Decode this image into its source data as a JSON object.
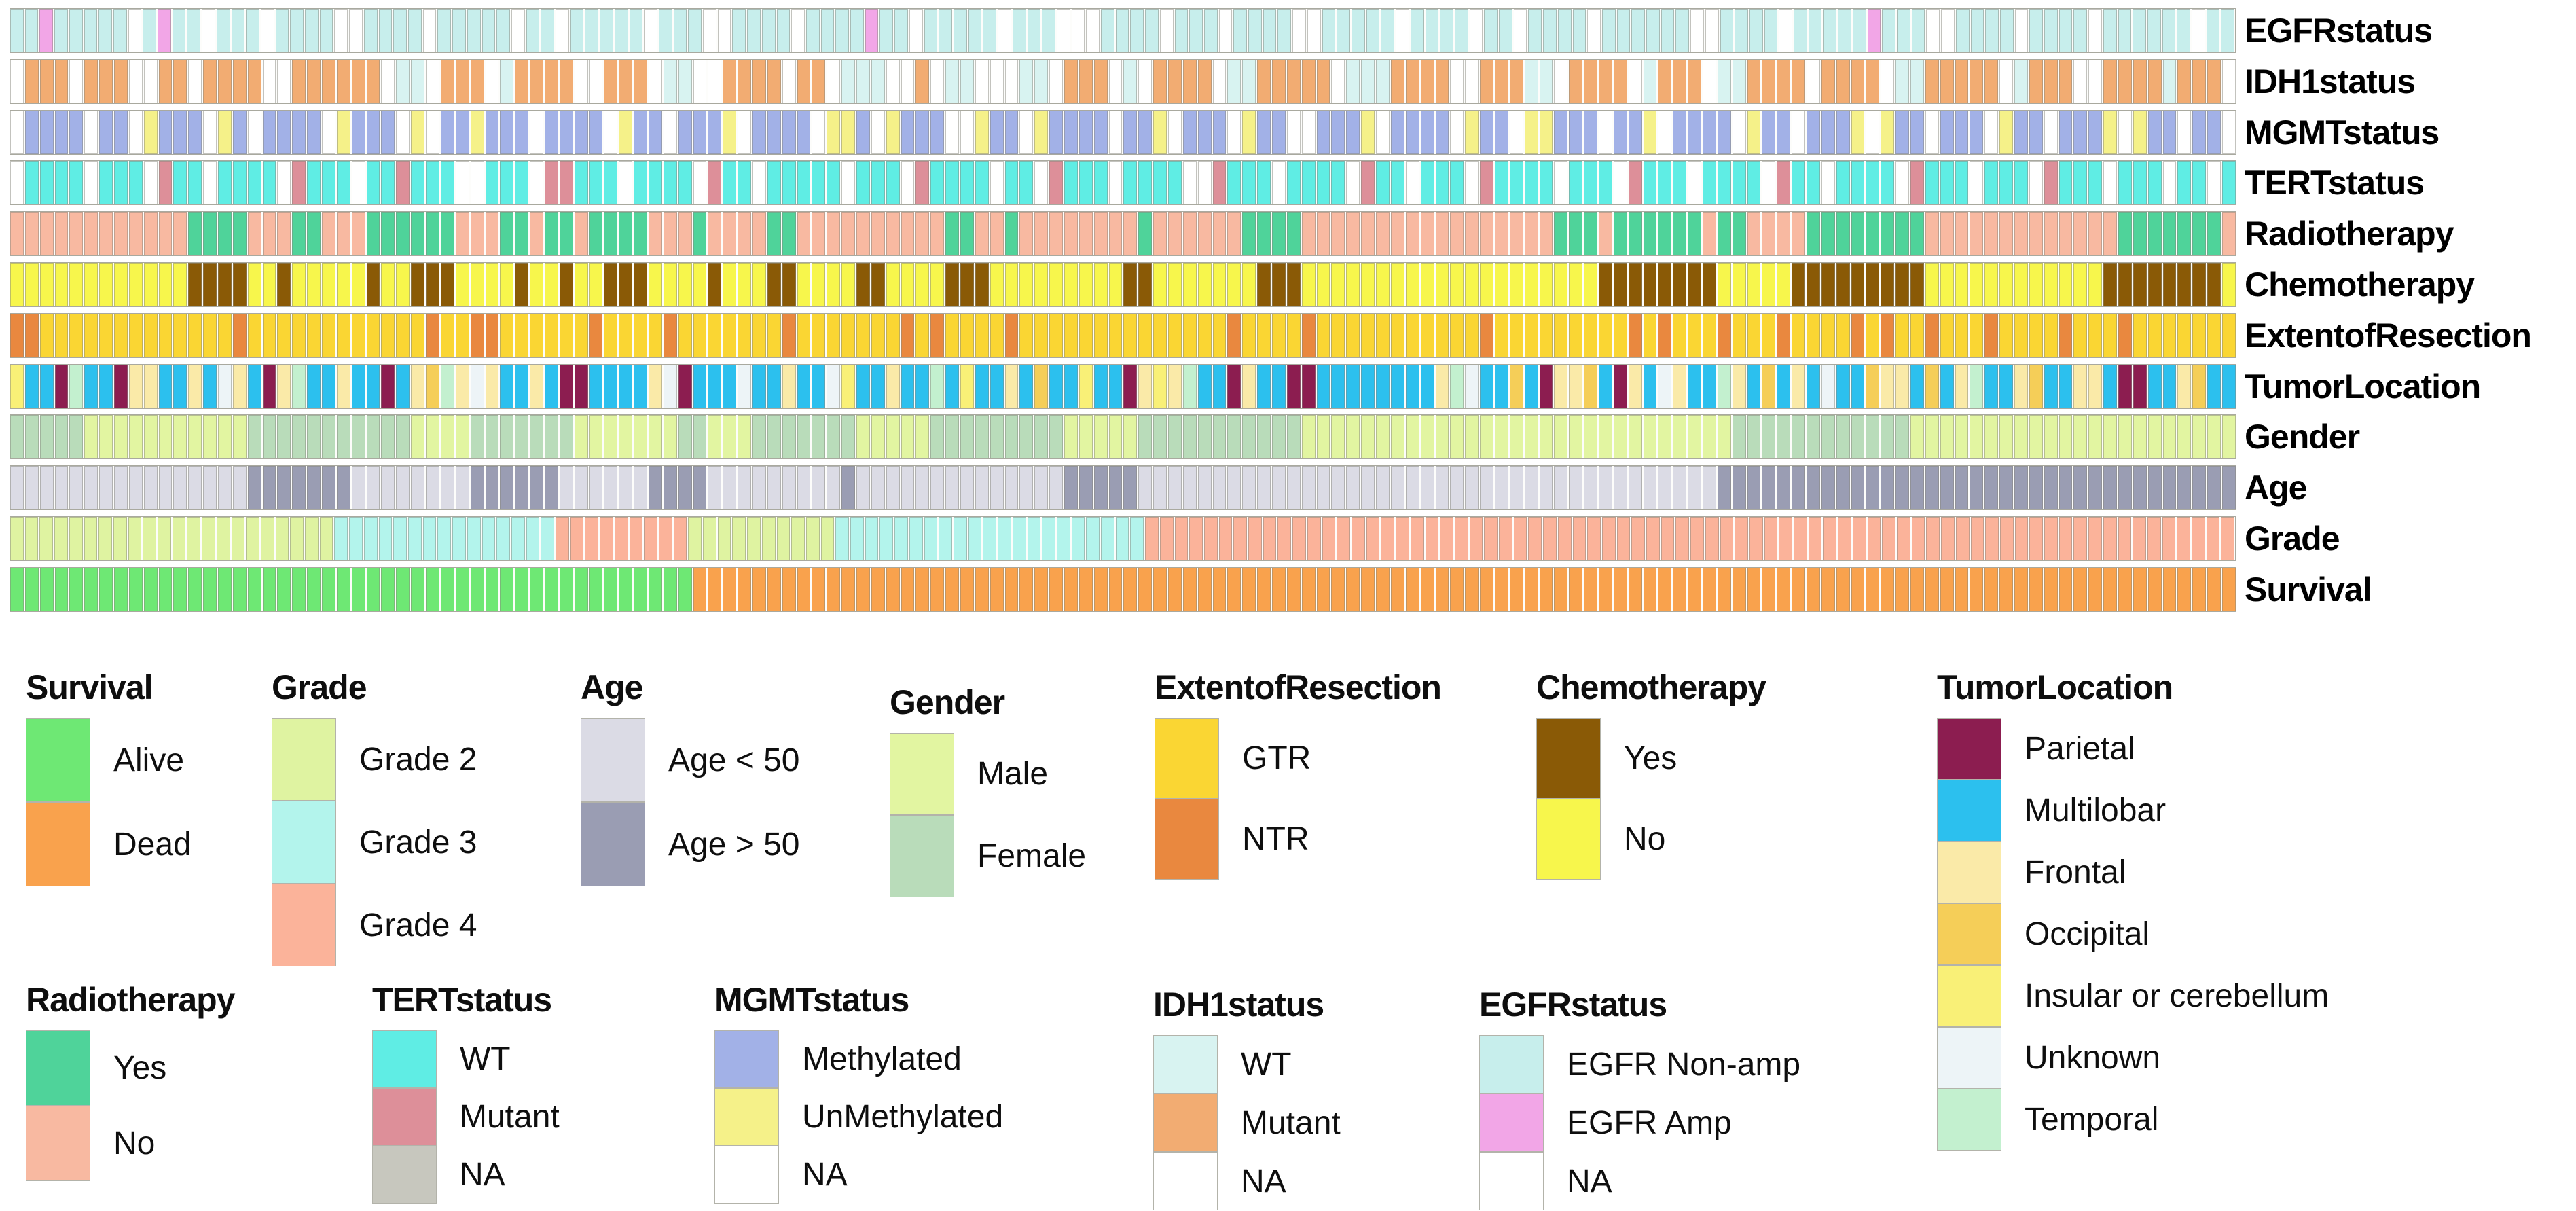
{
  "chart_data": {
    "type": "heatmap",
    "subtype": "oncoprint-clinical-annotation-tracks",
    "n_columns": 150,
    "grid": false,
    "legend_position": "bottom",
    "rows": [
      {
        "key": "egfr",
        "label": "EGFRstatus",
        "palette": {
          "c": "#C7EEEC",
          "p": "#F2A6E7",
          "N": "#FFFFFF"
        },
        "codes": {
          "c": "EGFR Non-amp",
          "p": "EGFR Amp",
          "N": "NA"
        },
        "cells": "ccpcccccNcpccNcccNccccNNccccNcccccNccNcccccNcccNNccccNccccpccNcccccNcccNNNccccNcccNccccNNcccccNccccNccNccccNccccccNNccccNcccccpcccNNccccNccccNccccccNcc"
      },
      {
        "key": "idh1",
        "label": "IDH1status",
        "palette": {
          "o": "#F2AC72",
          "w": "#D8F3F1",
          "N": "#FFFFFF"
        },
        "codes": {
          "o": "Mutant",
          "w": "WT",
          "N": "NA"
        },
        "cells": "NoooNoooNNooNooooNNooooooNwwNoooNwooooNNoooNwwNNooooNooNwwwNNoNwwNNNwwNoooNwNooooNwwoooooNwwwooooNNooowwNooooNwoooNwwooooNooooNwwoooooNwoooNNoooowoooN"
      },
      {
        "key": "mgmt",
        "label": "MGMTstatus",
        "palette": {
          "m": "#A2B1E7",
          "u": "#F5F189",
          "N": "#FFFFFF"
        },
        "codes": {
          "m": "Methylated",
          "u": "UnMethylated",
          "N": "NA"
        },
        "cells": "NmmmmNmmNummmNumNmmmmNummmNuNmmummmNmmmmNummNmmmuNmmmmNuumNummmNNummNummmmNmmuNmmmNummNNmmmuNmmmmNummNuummmNmmuNmmmmNummNmmmuNummNmmmNummNmmmuNummNmmN"
      },
      {
        "key": "tert",
        "label": "TERTstatus",
        "palette": {
          "t": "#5FEDE4",
          "r": "#DD8F99",
          "N": "#FFFFFF"
        },
        "codes": {
          "t": "WT",
          "r": "Mutant",
          "N": "NA"
        },
        "cells": "NttttNtttNrttNttttNrtttNttrtttNNtttNrrtttNttttNrttNtttttNtttNrttttNttNrtttNttttNNrtttNttttNrttNtttNrttttNtttNrtttNttttNrttNttttNrtttNtttNrtttNtttNttNt"
      },
      {
        "key": "radio",
        "label": "Radiotherapy",
        "palette": {
          "Y": "#4FD39A",
          "n": "#F8B9A1"
        },
        "codes": {
          "Y": "Yes",
          "n": "No"
        },
        "cells": "nnnnnnnnnnnnYYYYnnnYYnnnYYYYYYnnnYYnYYnYYYYnnnYnnnnYYnnnnnnnnnnYYnnYnnnnnnnnYnnnnnnYYYYnnnnnnnnnnnnnnnnnYYYnYYYYYYnYYnnnnYYYYYYYYnnnnnnnnnnnnnYYYYYYYn"
      },
      {
        "key": "chemo",
        "label": "Chemotherapy",
        "palette": {
          "B": "#8A5A06",
          "y": "#F7F64C"
        },
        "codes": {
          "B": "Yes",
          "y": "No"
        },
        "cells": "yyyyyyyyyyyyBBBByyByyyyyByyBBByyyyByyByyBBByyyyByyyBByyyyBByyyyBBByyyyyyyyyBByyyyyyyBBByyyyyyyyyyyyyyyyyyyyBBBBBBBByyyyyBBBBBBBBByyyyyyyyyyyyBBBBBBBBy"
      },
      {
        "key": "extent",
        "label": "ExtentofResection",
        "palette": {
          "G": "#FAD633",
          "R": "#E9883F"
        },
        "codes": {
          "G": "GTR",
          "R": "NTR"
        },
        "cells": "RRGGGGGGGGGGGGGRGGGGGGGGGGGGRGGRRGGGGGGRGGGGRGGGGGGGRGGGGGGGRGRGGGGRGGGGGGGGGGGGGGRGGGGRGGGGGGGGGGGRGGGGGGGGGRGRGGGRGGGRGGGGRGRGGRGGGRGGGGRGGGRGGGGGGG"
      },
      {
        "key": "tumorloc",
        "label": "TumorLocation",
        "palette": {
          "P": "#8C1D50",
          "M": "#2CC0EE",
          "F": "#FAEAA8",
          "O": "#F5CE58",
          "I": "#F9F077",
          "U": "#EDF4F7",
          "T": "#C3F0CF"
        },
        "codes": {
          "P": "Parietal",
          "M": "Multilobar",
          "F": "Frontal",
          "O": "Occipital",
          "I": "Insular or cerebellum",
          "U": "Unknown",
          "T": "Temporal"
        },
        "cells": "IMMPTMMPFFMMFMUFMPFTMMFMMPMFOTFUFMMFMPPMMMMFUPMMMUMMFMMUIMMFMMTMIMMFMOMMIMMPFIFTMMPFMMPPMMMMMMMMFTUMMOMPFFOMPFMUFMMTFMOMFMUMMOFFMOMFTMMFOMMFFMPPMMFOMM"
      },
      {
        "key": "gender",
        "label": "Gender",
        "palette": {
          "a": "#E2F5A1",
          "f": "#B9DCBA"
        },
        "codes": {
          "a": "Male",
          "f": "Female"
        },
        "cells": "fffffaaaaaaaaaaafffffffffffaaaafffffffaaaaaaaffaaafffffffaaaaafffffffffaaaaafffffffffffaaaaaaaaaaaaaaaaaaaaaaaaaaaaaffffffffffffaaaaaaaaaaaaaaaaaaaaaa"
      },
      {
        "key": "age",
        "label": "Age",
        "palette": {
          "l": "#DBDBE5",
          "h": "#9A9DB3"
        },
        "codes": {
          "l": "Age < 50",
          "h": "Age > 50"
        },
        "cells": "llllllllllllllllhhhhhhhllllllllhhhhhhllllllhhhhlllllllllhllllllllllllllhhhhhlllllllllllllllllllllllllllllllllllllllhhhhhhhhhhhhhhhhhhhhhhhhhhhhhhhhhhh"
      },
      {
        "key": "grade",
        "label": "Grade",
        "palette": {
          "2": "#DFF3A1",
          "3": "#B3F4EC",
          "4": "#FBB39A"
        },
        "codes": {
          "2": "Grade 2",
          "3": "Grade 3",
          "4": "Grade 4"
        },
        "cells": "2222222222222222222222333333333333333444444444222222222233333333333333333333344444444444444444444444444444444444444444444444444444444444444444444444444"
      },
      {
        "key": "survival",
        "label": "Survival",
        "palette": {
          "A": "#6EE874",
          "D": "#F9A24D"
        },
        "codes": {
          "A": "Alive",
          "D": "Dead"
        },
        "cells": "AAAAAAAAAAAAAAAAAAAAAAAAAAAAAAAAAAAAAAAAAAAAAADDDDDDDDDDDDDDDDDDDDDDDDDDDDDDDDDDDDDDDDDDDDDDDDDDDDDDDDDDDDDDDDDDDDDDDDDDDDDDDDDDDDDDDDDDDDDDDDDDDDDDDD"
      }
    ],
    "legends": [
      {
        "id": "survival",
        "title": "Survival",
        "items": [
          {
            "label": "Alive",
            "color": "#6EE874"
          },
          {
            "label": "Dead",
            "color": "#F9A24D"
          }
        ]
      },
      {
        "id": "grade",
        "title": "Grade",
        "items": [
          {
            "label": "Grade 2",
            "color": "#DFF3A1"
          },
          {
            "label": "Grade 3",
            "color": "#B3F4EC"
          },
          {
            "label": "Grade 4",
            "color": "#FBB39A"
          }
        ]
      },
      {
        "id": "age",
        "title": "Age",
        "items": [
          {
            "label": "Age < 50",
            "color": "#DBDBE5"
          },
          {
            "label": "Age > 50",
            "color": "#9A9DB3"
          }
        ]
      },
      {
        "id": "gender",
        "title": "Gender",
        "items": [
          {
            "label": "Male",
            "color": "#E2F5A1"
          },
          {
            "label": "Female",
            "color": "#B9DCBA"
          }
        ]
      },
      {
        "id": "extent",
        "title": "ExtentofResection",
        "items": [
          {
            "label": "GTR",
            "color": "#FAD633"
          },
          {
            "label": "NTR",
            "color": "#E9883F"
          }
        ]
      },
      {
        "id": "chemo",
        "title": "Chemotherapy",
        "items": [
          {
            "label": "Yes",
            "color": "#8A5A06"
          },
          {
            "label": "No",
            "color": "#F7F64C"
          }
        ]
      },
      {
        "id": "tumorloc",
        "title": "TumorLocation",
        "items": [
          {
            "label": "Parietal",
            "color": "#8C1D50"
          },
          {
            "label": "Multilobar",
            "color": "#2CC0EE"
          },
          {
            "label": "Frontal",
            "color": "#FAEAA8"
          },
          {
            "label": "Occipital",
            "color": "#F5CE58"
          },
          {
            "label": "Insular or cerebellum",
            "color": "#F9F077"
          },
          {
            "label": "Unknown",
            "color": "#EDF4F7"
          },
          {
            "label": "Temporal",
            "color": "#C3F0CF"
          }
        ]
      },
      {
        "id": "radio",
        "title": "Radiotherapy",
        "items": [
          {
            "label": "Yes",
            "color": "#4FD39A"
          },
          {
            "label": "No",
            "color": "#F8B9A1"
          }
        ]
      },
      {
        "id": "tert",
        "title": "TERTstatus",
        "items": [
          {
            "label": "WT",
            "color": "#5FEDE4"
          },
          {
            "label": "Mutant",
            "color": "#DD8F99"
          },
          {
            "label": "NA",
            "color": "#C7C7BE"
          }
        ]
      },
      {
        "id": "mgmt",
        "title": "MGMTstatus",
        "items": [
          {
            "label": "Methylated",
            "color": "#A2B1E7"
          },
          {
            "label": "UnMethylated",
            "color": "#F5F189"
          },
          {
            "label": "NA",
            "color": "#FFFFFF"
          }
        ]
      },
      {
        "id": "idh1",
        "title": "IDH1status",
        "items": [
          {
            "label": "WT",
            "color": "#D8F3F1"
          },
          {
            "label": "Mutant",
            "color": "#F2AC72"
          },
          {
            "label": "NA",
            "color": "#FFFFFF"
          }
        ]
      },
      {
        "id": "egfr",
        "title": "EGFRstatus",
        "items": [
          {
            "label": "EGFR Non-amp",
            "color": "#C7EEEC"
          },
          {
            "label": "EGFR Amp",
            "color": "#F2A6E7"
          },
          {
            "label": "NA",
            "color": "#FFFFFF"
          }
        ]
      }
    ]
  }
}
